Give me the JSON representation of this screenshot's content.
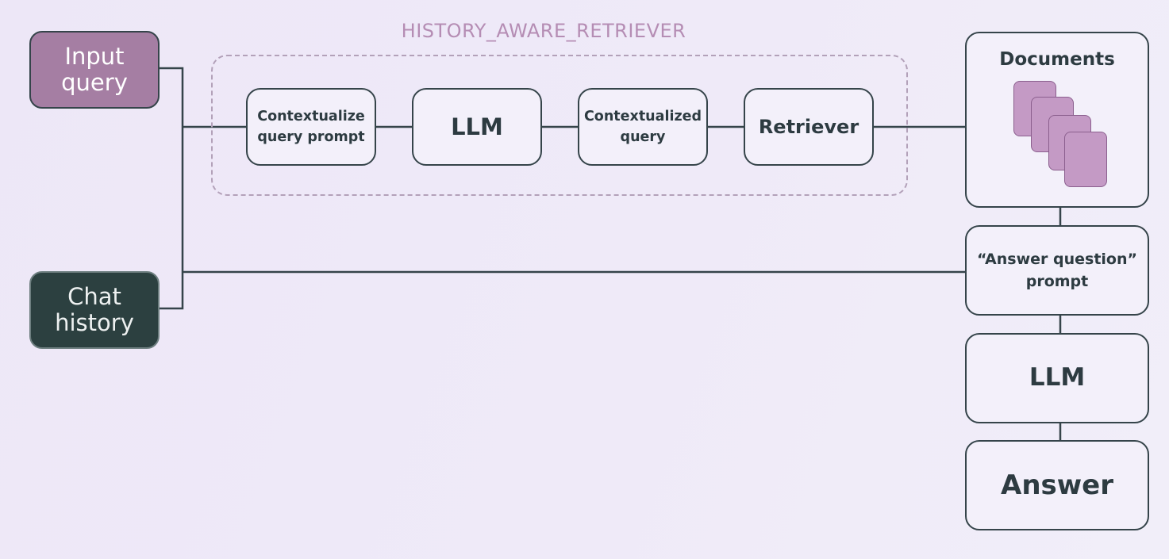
{
  "group_label": "HISTORY_AWARE_RETRIEVER",
  "inputs": {
    "input_query": [
      "Input",
      "query"
    ],
    "chat_history": [
      "Chat",
      "history"
    ]
  },
  "retriever_chain": {
    "contextualize_prompt": [
      "Contextualize",
      "query prompt"
    ],
    "llm": "LLM",
    "contextualized_query": [
      "Contextualized",
      "query"
    ],
    "retriever": "Retriever"
  },
  "output_chain": {
    "documents": "Documents",
    "answer_prompt": [
      "“Answer question”",
      "prompt"
    ],
    "llm": "LLM",
    "answer": "Answer"
  },
  "colors": {
    "line": "#35444a",
    "input_query_fill": "#a57ea3",
    "chat_history_fill": "#2c4040",
    "document_fill": "#c49ac5",
    "group_label": "#b58db4"
  },
  "icons": [
    "document-stack-icon"
  ]
}
